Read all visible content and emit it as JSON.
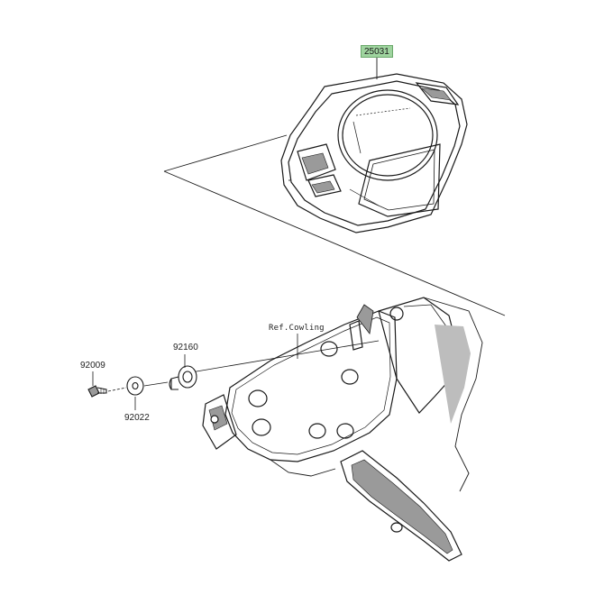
{
  "labels": {
    "meter_assy": "25031",
    "ref_cowling": "Ref.Cowling",
    "grommet": "92160",
    "bolt": "92009",
    "washer": "92022"
  },
  "colors": {
    "line": "#1a1a1a",
    "shade": "#9a9a9a",
    "highlight_fill": "#9fd49f",
    "highlight_border": "#6aa86a"
  }
}
